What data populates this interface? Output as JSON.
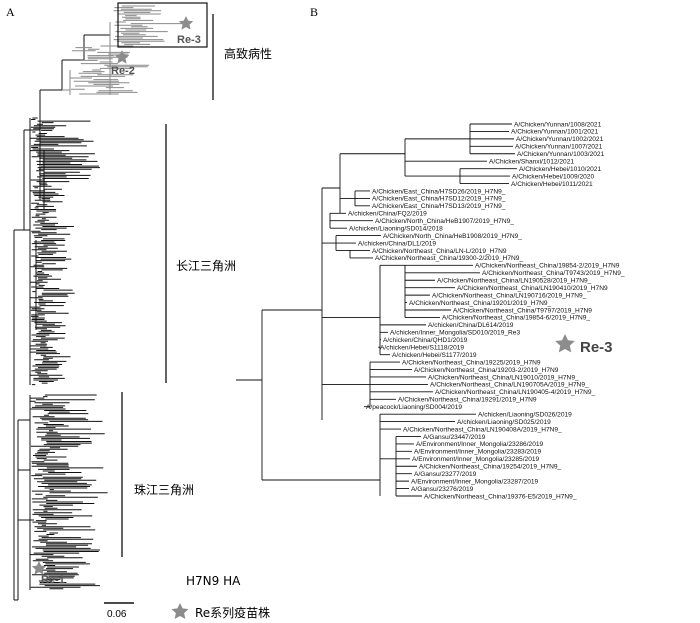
{
  "panel_a": {
    "letter": "A",
    "clades": [
      {
        "label": "高致病性"
      },
      {
        "label": "长江三角洲"
      },
      {
        "label": "珠江三角洲"
      }
    ],
    "vaccines": [
      {
        "label": "Re-3"
      },
      {
        "label": "Re-2"
      },
      {
        "label": "Re-1"
      }
    ],
    "caption": "H7N9 HA",
    "scale_label": "0.06",
    "legend_label": "Re系列疫苗株",
    "colors": {
      "tree": "#111111",
      "hp_clade": "#8a8a8a",
      "star": "#8c8c8c"
    }
  },
  "panel_b": {
    "letter": "B",
    "highlight_label": "Re-3",
    "leaves": [
      "A/Chicken/Yunnan/1008/2021",
      "A/Chicken/Yunnan/1001/2021",
      "A/Chicken/Yunnan/1002/2021",
      "A/Chicken/Yunnan/1007/2021",
      "A/Chicken/Yunnan/1003/2021",
      "A/Chicken/Shanxi/1012/2021",
      "A/Chicken/Hebei/1010/2021",
      "A/Chicken/Hebei/1009/2020",
      "A/Chicken/Hebei/1011/2021",
      "A/Chicken/East_China/H7SD26/2019_H7N9_",
      "A/Chicken/East_China/H7SD12/2019_H7N9_",
      "A/Chicken/East_China/H7SD13/2019_H7N9_",
      "A/chicken/China/FQ2/2019",
      "A/Chicken/North_China/HeB1907/2019_H7N9_",
      "A/chicken/Liaoning/SD014/2018",
      "A/Chicken/North_China/HeB1908/2019_H7N9_",
      "A/chicken/China/DL1/2019",
      "A/Chicken/Northeast_China/LN-L/2019_H7N9",
      "A/Chicken/Northeast_China/19300-2/2019_H7N9_",
      "A/Chicken/Northeast_China/19854-2/2019_H7N9",
      "A/Chicken/Northeast_China/T9743/2019_H7N9_",
      "A/Chicken/Northeast_China/LN190528/2019_H7N9_",
      "A/Chicken/Northeast_China/LN190410/2019_H7N9",
      "A/Chicken/Northeast_China/LN190716/2019_H7N9_",
      "A/Chicken/Northeast_China/19201/2019_H7N9_",
      "A/Chicken/Northeast_China/T9797/2019_H7N9",
      "A/Chicken/Northeast_China/19854-6/2019_H7N9_",
      "A/chicken/China/DL614/2019",
      "A/chicken/Inner_Mongolia/SD010/2019_Re3",
      "A/chicken/China/QHD1/2019",
      "A/chicken/Hebei/S1118/2019",
      "A/chicken/Hebei/S1177/2019",
      "A/Chicken/Northeast_China/19225/2019_H7N9",
      "A/Chicken/Northeast_China/19203-2/2019_H7N9",
      "A/Chicken/Northeast_China/LN19010/2019_H7N9_",
      "A/Chicken/Northeast_China/LN190705A/2019_H7N9_",
      "A/Chicken/Northeast_China/LN190405-4/2019_H7N9_",
      "A/Chicken/Northeast_China/19291/2019_H7N9",
      "A/peacock/Liaoning/SD004/2019",
      "A/chicken/Liaoning/SD026/2019",
      "A/chicken/Liaoning/SD025/2019",
      "A/Chicken/Northeast_China/LN190408A/2019_H7N9_",
      "A/Gansu/23447/2019",
      "A/Environment/Inner_Mongolia/23286/2019",
      "A/Environment/Inner_Mongolia/23283/2019",
      "A/Environment/Inner_Mongolia/23285/2019",
      "A/Chicken/Northeast_China/19254/2019_H7N9_",
      "A/Gansu/23277/2019",
      "A/Environment/Inner_Mongolia/23287/2019",
      "A/Gansu/23276/2019",
      "A/Chicken/Northeast_China/19376-E5/2019_H7N9_"
    ]
  }
}
